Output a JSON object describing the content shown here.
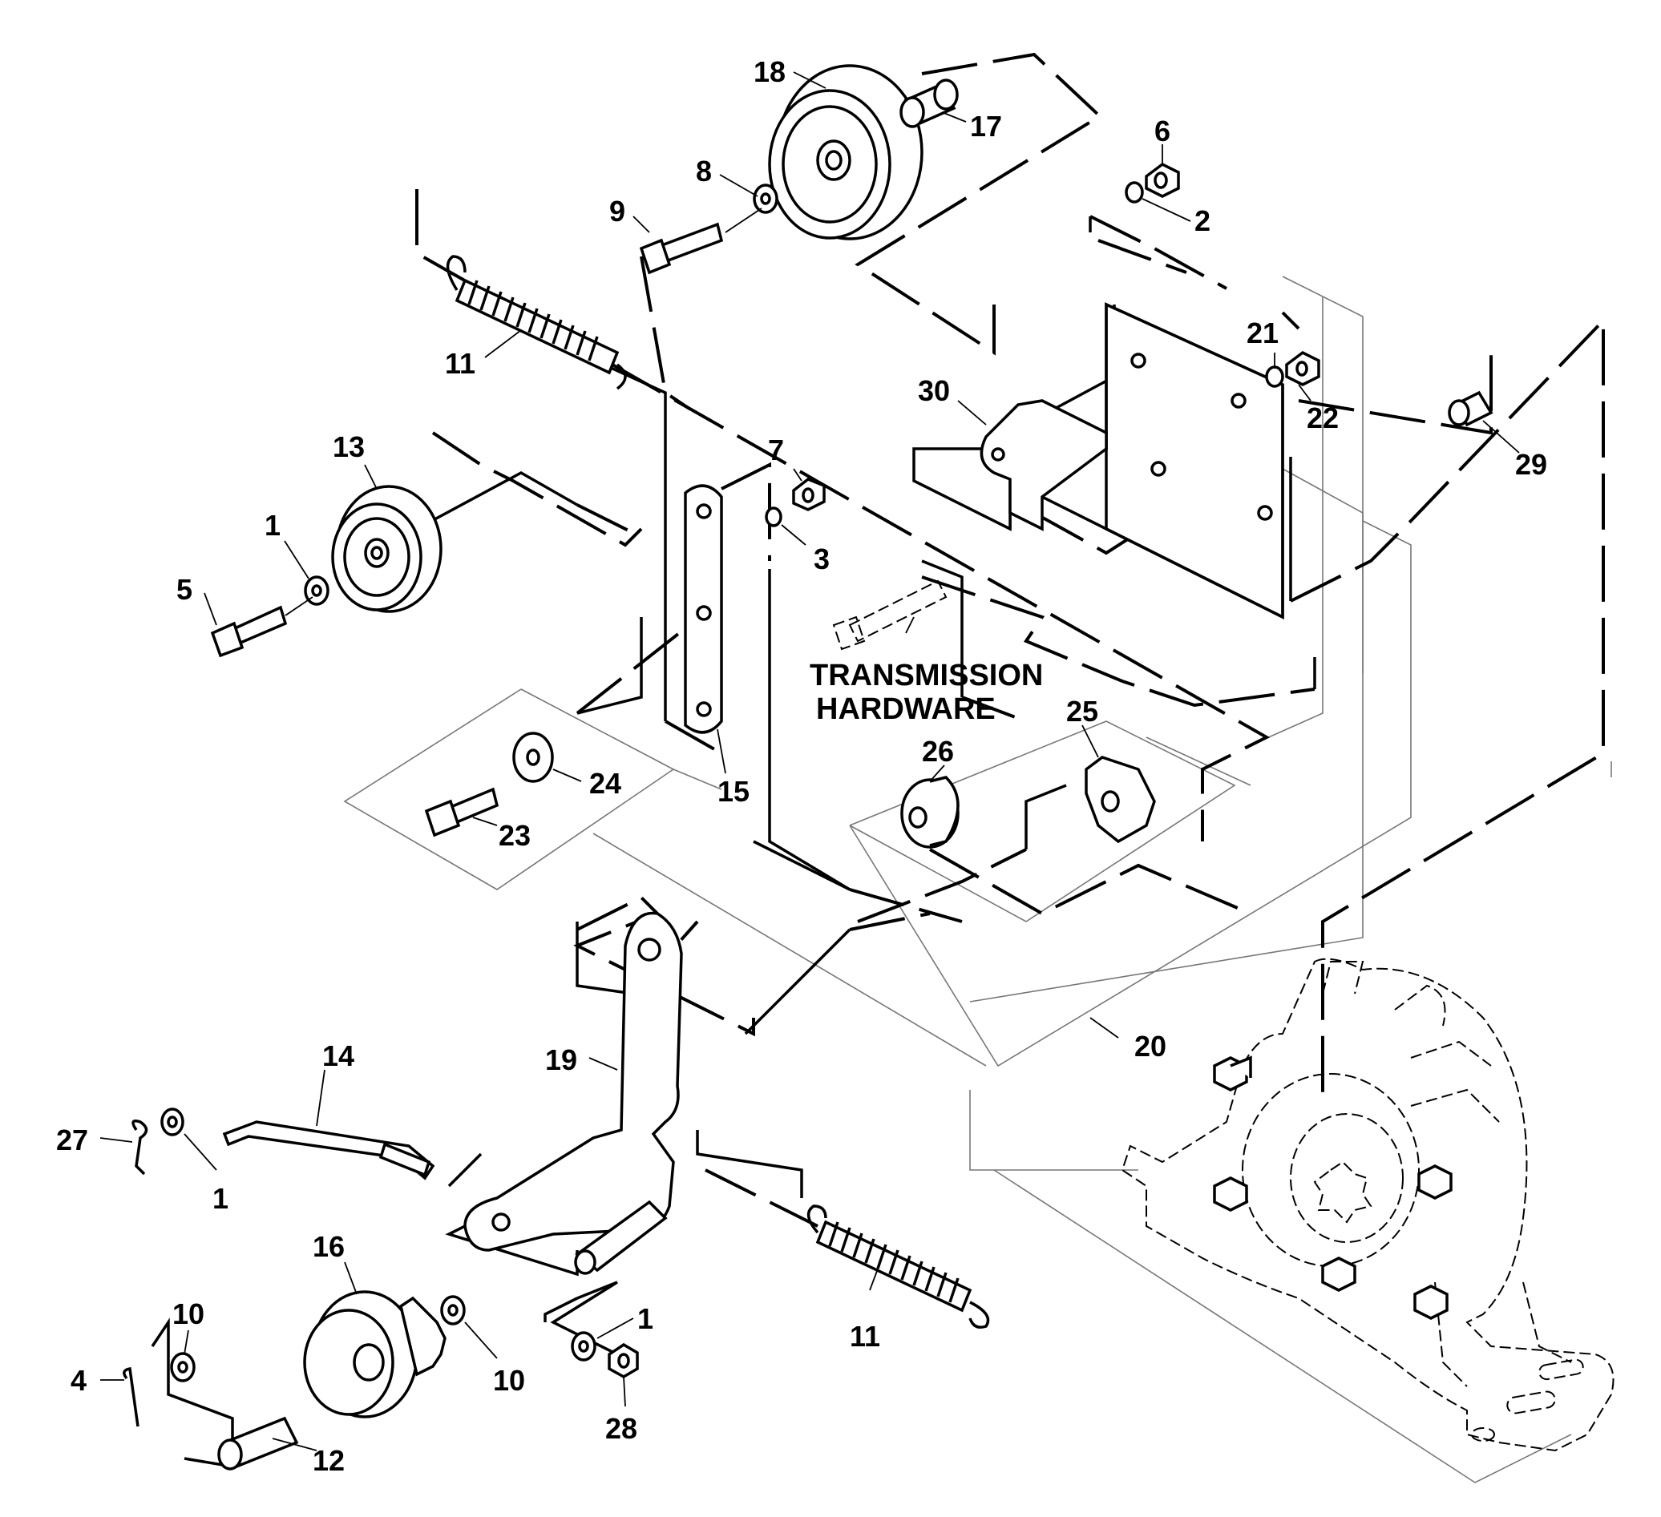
{
  "callouts": [
    {
      "id": "c18",
      "label": "18"
    },
    {
      "id": "c17",
      "label": "17"
    },
    {
      "id": "c8",
      "label": "8"
    },
    {
      "id": "c9",
      "label": "9"
    },
    {
      "id": "c6",
      "label": "6"
    },
    {
      "id": "c2",
      "label": "2"
    },
    {
      "id": "c11a",
      "label": "11"
    },
    {
      "id": "c21",
      "label": "21"
    },
    {
      "id": "c22",
      "label": "22"
    },
    {
      "id": "c30",
      "label": "30"
    },
    {
      "id": "c29",
      "label": "29"
    },
    {
      "id": "c13",
      "label": "13"
    },
    {
      "id": "c7",
      "label": "7"
    },
    {
      "id": "c1a",
      "label": "1"
    },
    {
      "id": "c3",
      "label": "3"
    },
    {
      "id": "c5",
      "label": "5"
    },
    {
      "id": "c25",
      "label": "25"
    },
    {
      "id": "c26",
      "label": "26"
    },
    {
      "id": "c24",
      "label": "24"
    },
    {
      "id": "c15",
      "label": "15"
    },
    {
      "id": "c23",
      "label": "23"
    },
    {
      "id": "c20",
      "label": "20"
    },
    {
      "id": "c14",
      "label": "14"
    },
    {
      "id": "c19",
      "label": "19"
    },
    {
      "id": "c27",
      "label": "27"
    },
    {
      "id": "c1b",
      "label": "1"
    },
    {
      "id": "c16",
      "label": "16"
    },
    {
      "id": "c10a",
      "label": "10"
    },
    {
      "id": "c1c",
      "label": "1"
    },
    {
      "id": "c4",
      "label": "4"
    },
    {
      "id": "c10b",
      "label": "10"
    },
    {
      "id": "c11b",
      "label": "11"
    },
    {
      "id": "c12",
      "label": "12"
    },
    {
      "id": "c28",
      "label": "28"
    }
  ],
  "annotation": {
    "line1": "TRANSMISSION",
    "line2": "HARDWARE"
  }
}
